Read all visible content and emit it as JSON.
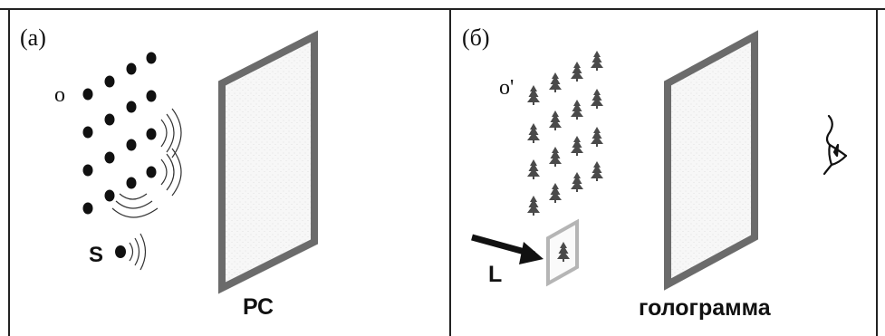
{
  "panel_a": {
    "label": "(a)",
    "object_label": "o",
    "source_label": "S",
    "plate_label": "РС"
  },
  "panel_b": {
    "label": "(б)",
    "object_label": "o'",
    "lens_label": "L",
    "plate_label": "голограмма"
  },
  "colors": {
    "frame": "#6b6b6b",
    "plate_fill": "#f6f6f6",
    "dots": "#111111",
    "lens_frame": "#b5b5b5"
  },
  "icons": {
    "object_point": "filled-dot",
    "image_point": "tree-icon",
    "wave": "wavefront-arcs",
    "observer": "eye-icon"
  }
}
